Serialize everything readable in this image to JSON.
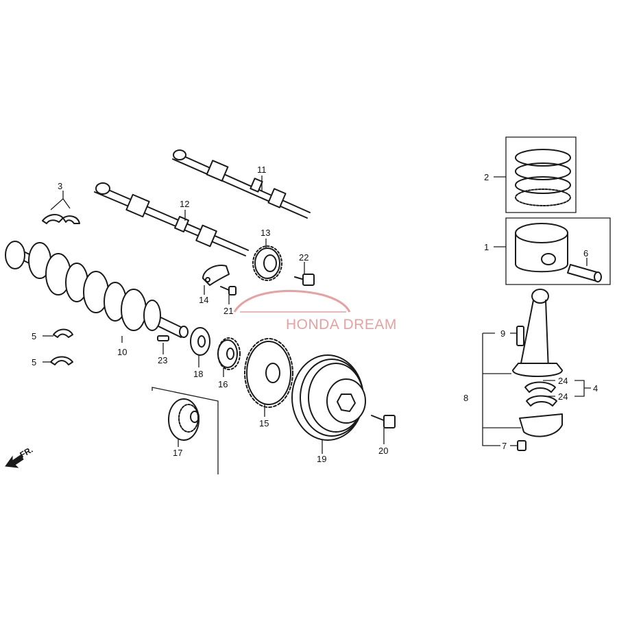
{
  "watermark": {
    "text": "HONDA DREAM",
    "color": "#e8a0a0"
  },
  "direction_label": "FR.",
  "callouts": {
    "c1": "1",
    "c2": "2",
    "c3": "3",
    "c4": "4",
    "c5a": "5",
    "c5b": "5",
    "c6": "6",
    "c7": "7",
    "c8": "8",
    "c9": "9",
    "c10": "10",
    "c11": "11",
    "c12": "12",
    "c13": "13",
    "c14": "14",
    "c15": "15",
    "c16": "16",
    "c17": "17",
    "c18": "18",
    "c19": "19",
    "c20": "20",
    "c21": "21",
    "c22": "22",
    "c23": "23",
    "c24a": "24",
    "c24b": "24"
  }
}
